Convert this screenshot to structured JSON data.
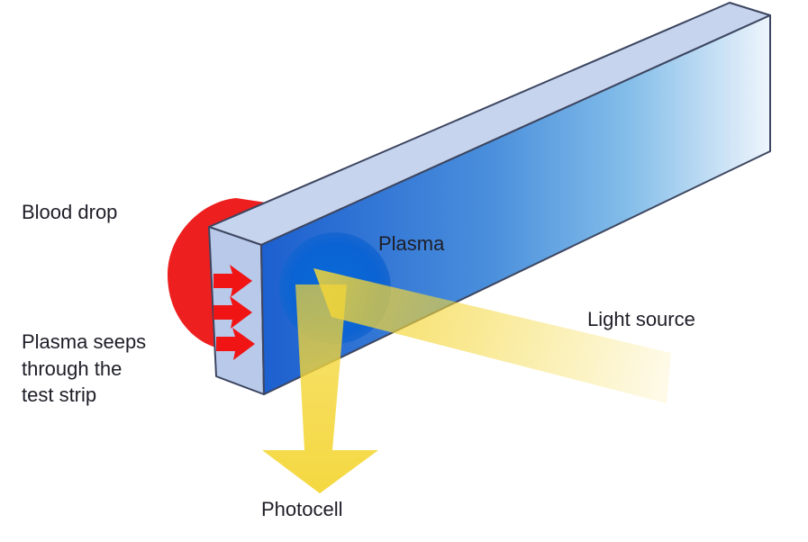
{
  "labels": {
    "blood_drop": "Blood drop",
    "plasma": "Plasma",
    "light_source": "Light source",
    "plasma_seeps": [
      "Plasma seeps",
      "through the",
      "test strip"
    ],
    "photocell": "Photocell"
  },
  "colors": {
    "label_text": "#1e1e28",
    "blood": "#ee1f1f",
    "arrow": "#f01414",
    "strip_top": "#c7d4ee",
    "strip_end": "#b9c9ea",
    "strip_front_dark": "#1c5fcf",
    "strip_front_light": "#eef5fc",
    "plasma_spot": "#0a6ad8",
    "light_beam": "#f4d637"
  }
}
